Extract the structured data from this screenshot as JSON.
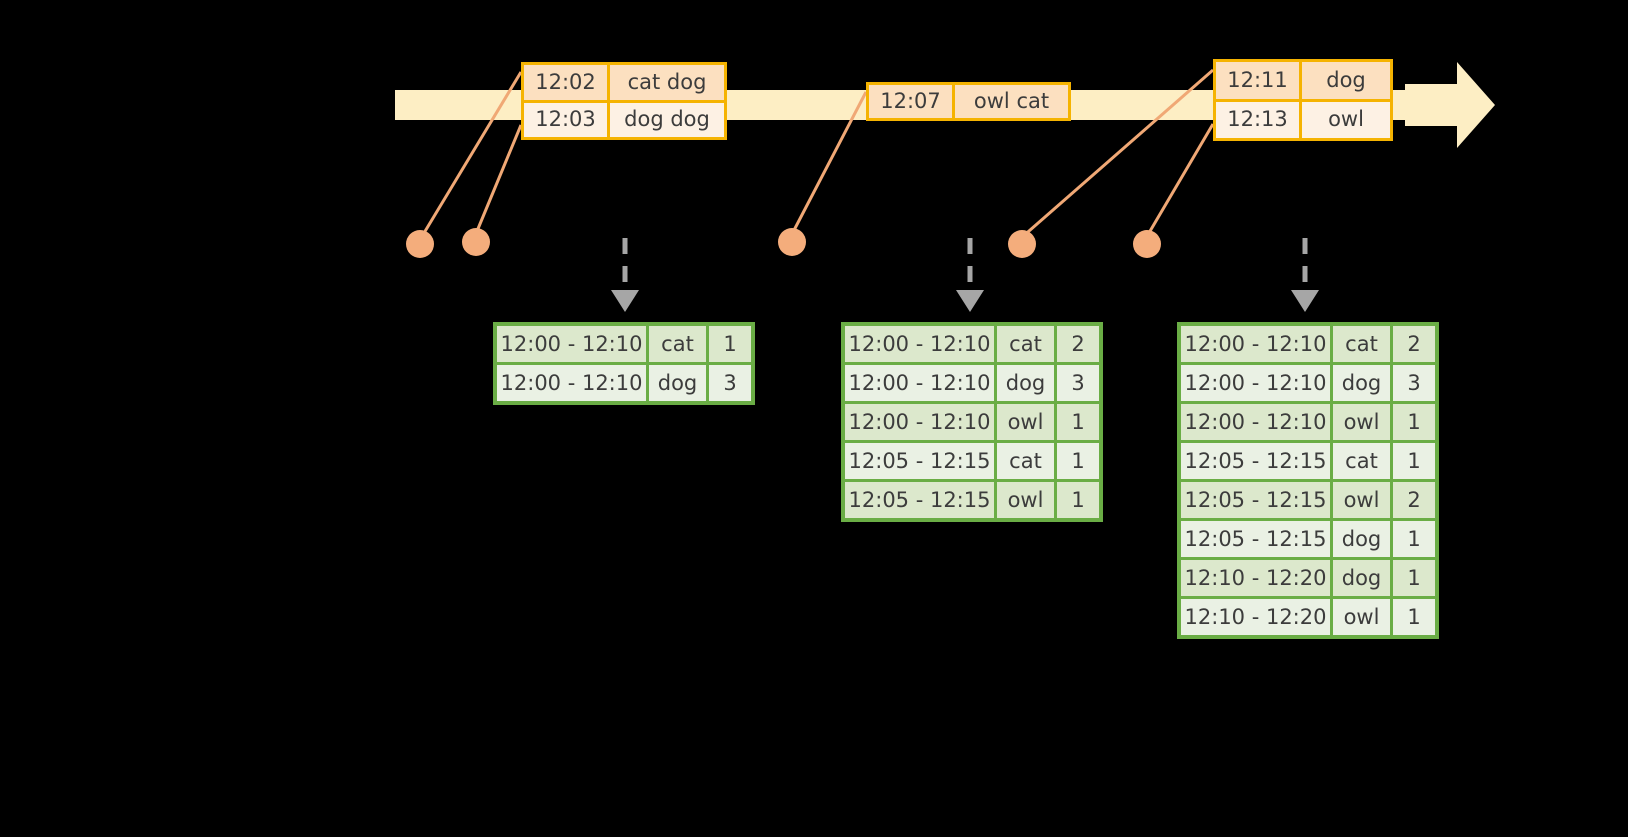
{
  "timeline": {
    "bar_color": "#fdeec4",
    "arrow_color": "#fdeec4",
    "direction_icon": "arrow-right-icon"
  },
  "events": [
    {
      "id": "event-group-1",
      "rows": [
        {
          "time": "12:02",
          "value": "cat dog"
        },
        {
          "time": "12:03",
          "value": "dog dog"
        }
      ]
    },
    {
      "id": "event-group-2",
      "rows": [
        {
          "time": "12:07",
          "value": "owl cat"
        }
      ]
    },
    {
      "id": "event-group-3",
      "rows": [
        {
          "time": "12:11",
          "value": "dog"
        },
        {
          "time": "12:13",
          "value": "owl"
        }
      ]
    }
  ],
  "event_markers": [
    {
      "name": "event-dot-1202"
    },
    {
      "name": "event-dot-1203"
    },
    {
      "name": "event-dot-1207"
    },
    {
      "name": "event-dot-1211"
    },
    {
      "name": "event-dot-1213"
    }
  ],
  "tables": [
    {
      "id": "result-table-1",
      "rows": [
        {
          "window": "12:00 - 12:10",
          "key": "cat",
          "count": "1"
        },
        {
          "window": "12:00 - 12:10",
          "key": "dog",
          "count": "3"
        }
      ]
    },
    {
      "id": "result-table-2",
      "rows": [
        {
          "window": "12:00 - 12:10",
          "key": "cat",
          "count": "2"
        },
        {
          "window": "12:00 - 12:10",
          "key": "dog",
          "count": "3"
        },
        {
          "window": "12:00 - 12:10",
          "key": "owl",
          "count": "1"
        },
        {
          "window": "12:05 - 12:15",
          "key": "cat",
          "count": "1"
        },
        {
          "window": "12:05 - 12:15",
          "key": "owl",
          "count": "1"
        }
      ]
    },
    {
      "id": "result-table-3",
      "rows": [
        {
          "window": "12:00 - 12:10",
          "key": "cat",
          "count": "2"
        },
        {
          "window": "12:00 - 12:10",
          "key": "dog",
          "count": "3"
        },
        {
          "window": "12:00 - 12:10",
          "key": "owl",
          "count": "1"
        },
        {
          "window": "12:05 - 12:15",
          "key": "cat",
          "count": "1"
        },
        {
          "window": "12:05 - 12:15",
          "key": "owl",
          "count": "2"
        },
        {
          "window": "12:05 - 12:15",
          "key": "dog",
          "count": "1"
        },
        {
          "window": "12:10 - 12:20",
          "key": "dog",
          "count": "1"
        },
        {
          "window": "12:10 - 12:20",
          "key": "owl",
          "count": "1"
        }
      ]
    }
  ],
  "colors": {
    "event_border": "#f5b301",
    "event_fill_shaded": "#fce0c0",
    "event_fill_light": "#fdf1e4",
    "timeline": "#fdeec4",
    "table_border": "#6aad45",
    "table_fill_shaded": "#dce8cc",
    "table_fill_light": "#eaf1e4",
    "connector": "#f0a875",
    "dashed_arrow": "#a6a6a6",
    "text": "#3c3c3c",
    "background": "#000000"
  }
}
